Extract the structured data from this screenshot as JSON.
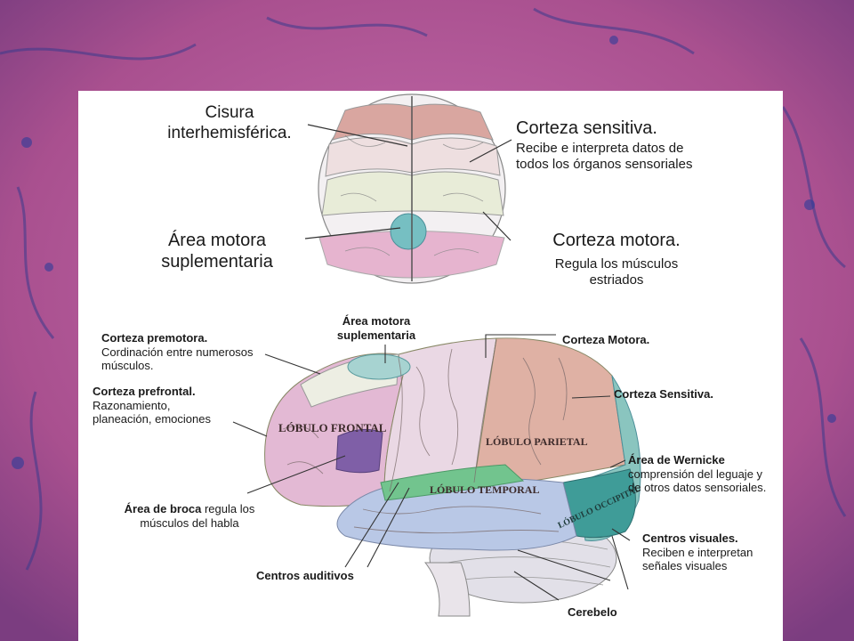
{
  "slide": {
    "title": ""
  },
  "top_view": {
    "cisura": "Cisura interhemisférica.",
    "sensitiva_title": "Corteza sensitiva.",
    "sensitiva_desc": "Recibe e interpreta datos de todos los órganos sensoriales",
    "motora_sup": "Área motora suplementaria",
    "motora_title": "Corteza motora.",
    "motora_desc": "Regula los músculos estriados"
  },
  "side_view": {
    "motora_sup": "Área motora suplementaria",
    "premotora_title": "Corteza premotora.",
    "premotora_desc": "Cordinación entre numerosos músculos.",
    "prefrontal_title": "Corteza prefrontal.",
    "prefrontal_desc": "Razonamiento, planeación, emociones",
    "broca_title": "Área de broca",
    "broca_desc": " regula los músculos del habla",
    "auditivos": "Centros auditivos",
    "motora": "Corteza Motora.",
    "sensitiva": "Corteza Sensitiva.",
    "wernicke_title": "Área de Wernicke",
    "wernicke_desc": "comprensión del leguaje y de otros datos sensoriales.",
    "visuales_title": "Centros visuales.",
    "visuales_desc": "Reciben e interpretan señales visuales",
    "cerebelo": "Cerebelo"
  },
  "lobes": {
    "frontal": "LÓBULO FRONTAL",
    "parietal": "LÓBULO PARIETAL",
    "temporal": "LÓBULO TEMPORAL",
    "occipital": "LÓBULO OCCIPITAL"
  },
  "colors": {
    "background": "#b3579d",
    "panel": "#ffffff",
    "frontal": "#e3b9d4",
    "parietal": "#dfb1a4",
    "temporal": "#b9c8e6",
    "wernicke": "#3f9c98",
    "motor_strip": "#e8dfe6",
    "broca": "#7f5fa7",
    "auditory": "#72c48e",
    "cerebellum": "#e2e0e8"
  }
}
